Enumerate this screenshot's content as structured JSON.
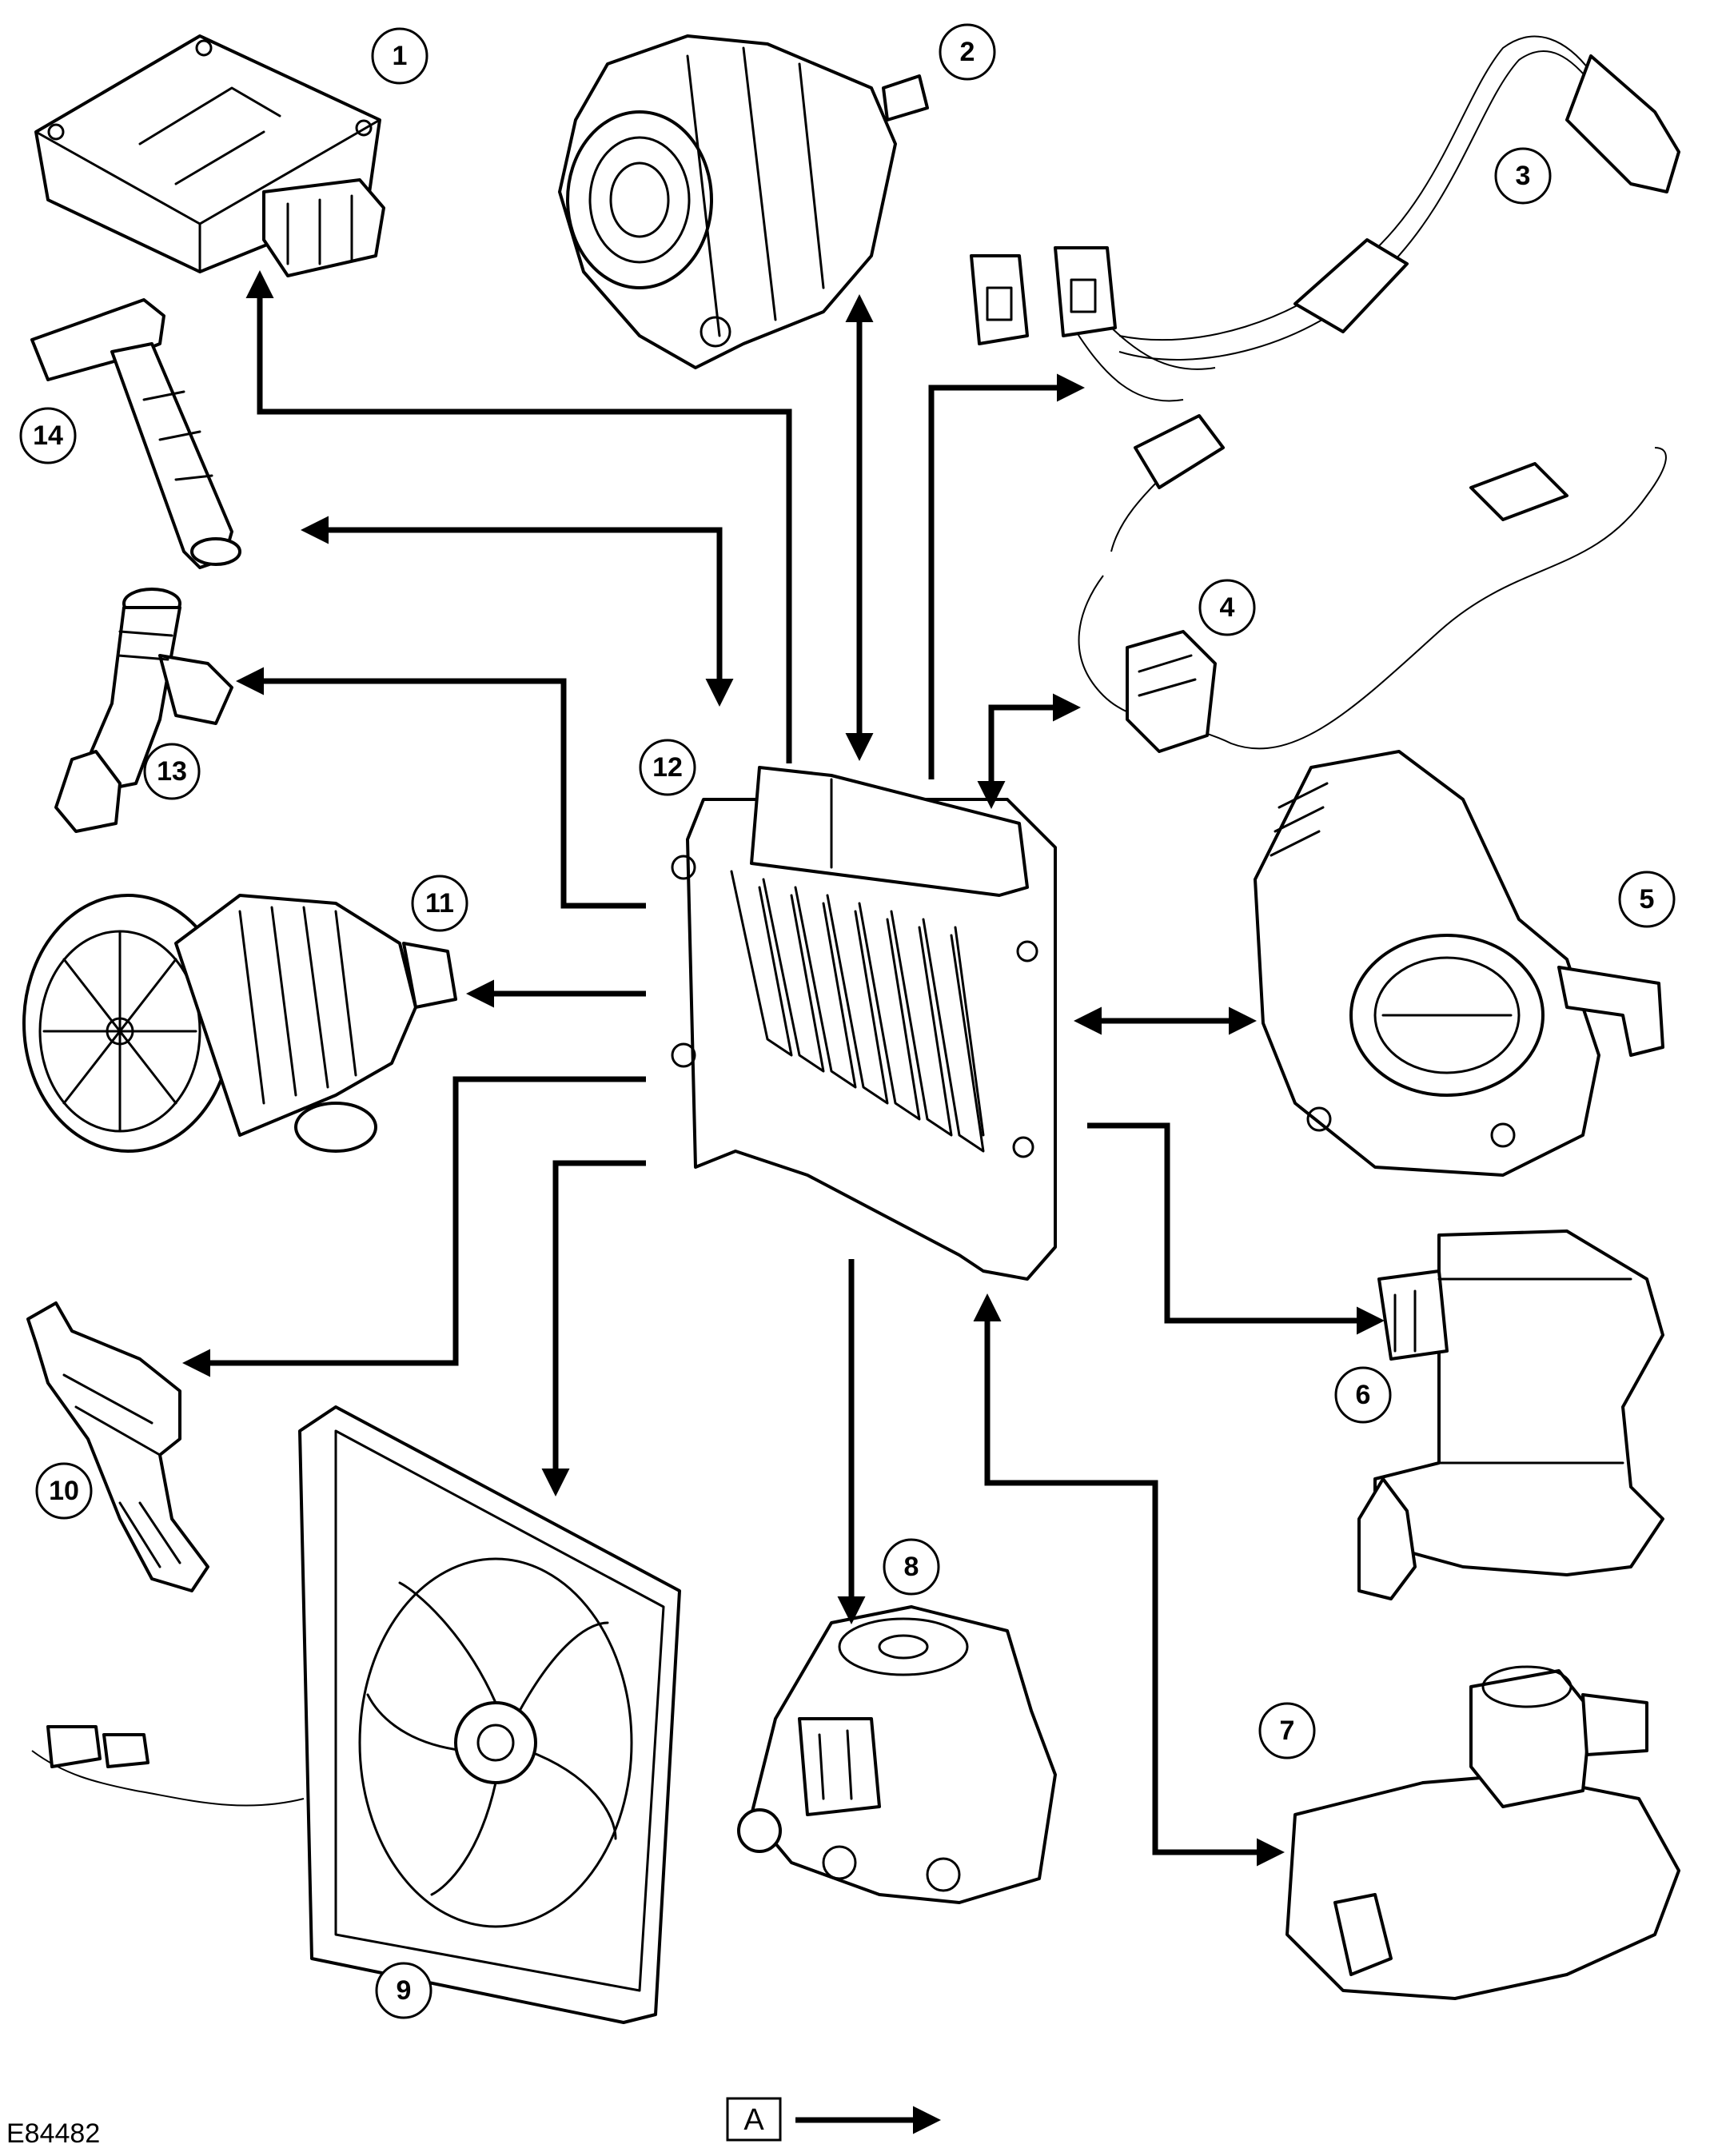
{
  "figure_id": "E84482",
  "components": [
    {
      "number": "1",
      "icon": "module-icon"
    },
    {
      "number": "2",
      "icon": "generator-icon"
    },
    {
      "number": "3",
      "icon": "oxygen-sensor-icon"
    },
    {
      "number": "4",
      "icon": "oxygen-sensor-icon"
    },
    {
      "number": "5",
      "icon": "throttle-body-icon"
    },
    {
      "number": "6",
      "icon": "valve-icon"
    },
    {
      "number": "7",
      "icon": "valve-icon"
    },
    {
      "number": "8",
      "icon": "valve-icon"
    },
    {
      "number": "9",
      "icon": "cooling-fan-icon"
    },
    {
      "number": "10",
      "icon": "solenoid-icon"
    },
    {
      "number": "11",
      "icon": "air-pump-icon"
    },
    {
      "number": "12",
      "icon": "ecm-icon"
    },
    {
      "number": "13",
      "icon": "fuel-injector-icon"
    },
    {
      "number": "14",
      "icon": "ignition-coil-icon"
    }
  ],
  "legend": {
    "key": "A",
    "icon": "arrow-right-icon"
  }
}
